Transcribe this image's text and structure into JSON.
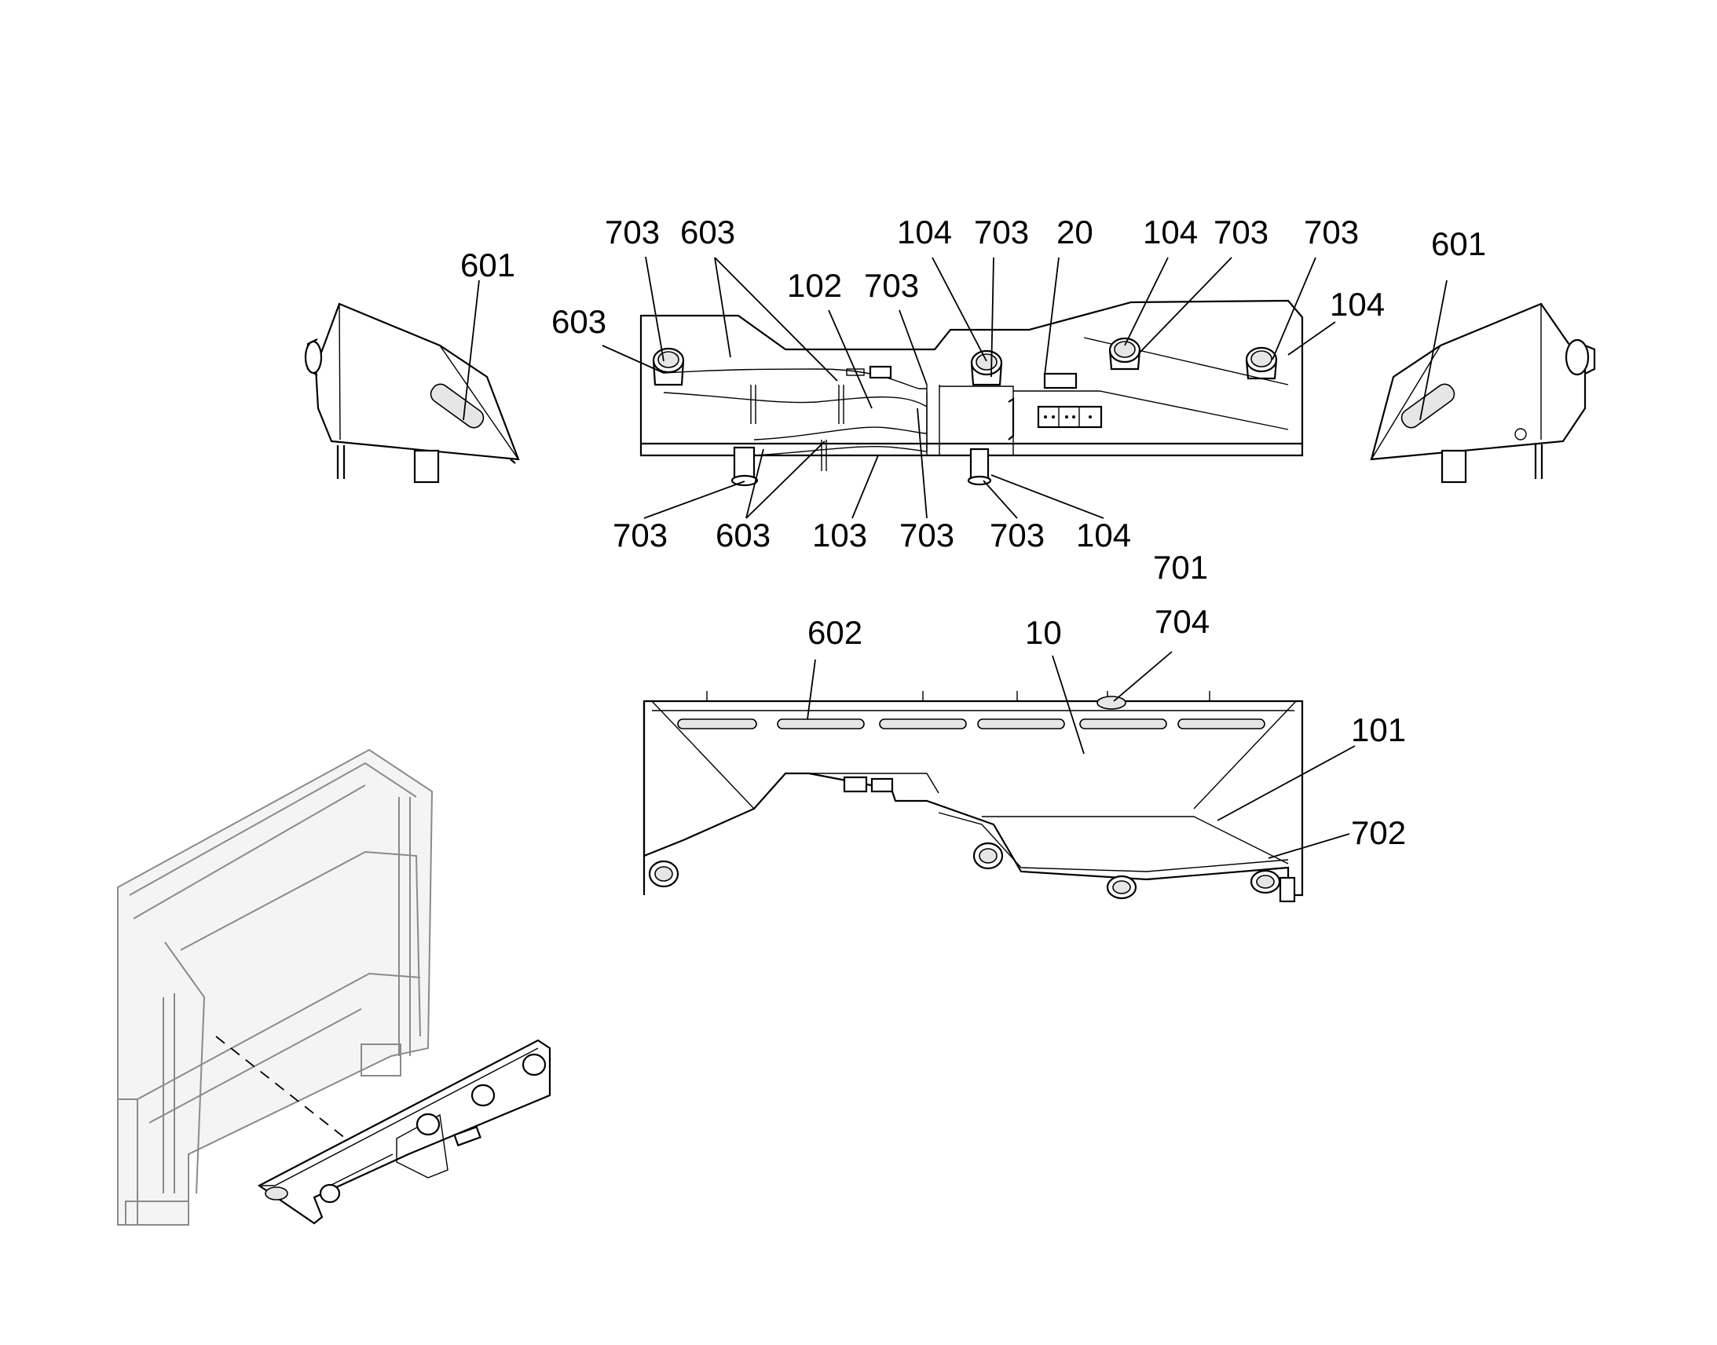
{
  "callouts": {
    "left_end_view": [
      "601"
    ],
    "right_end_view": [
      "601"
    ],
    "top_view_upper": [
      "703",
      "603",
      "104",
      "703",
      "20",
      "104",
      "703",
      "703",
      "102",
      "703",
      "603",
      "601",
      "104"
    ],
    "top_view_lower": [
      "703",
      "603",
      "103",
      "703",
      "703",
      "104"
    ],
    "bottom_view": [
      "701",
      "704",
      "602",
      "10",
      "101",
      "702"
    ]
  },
  "line_color": "#000000",
  "assembly_line_color": "#8a8a8a",
  "background": "#ffffff"
}
